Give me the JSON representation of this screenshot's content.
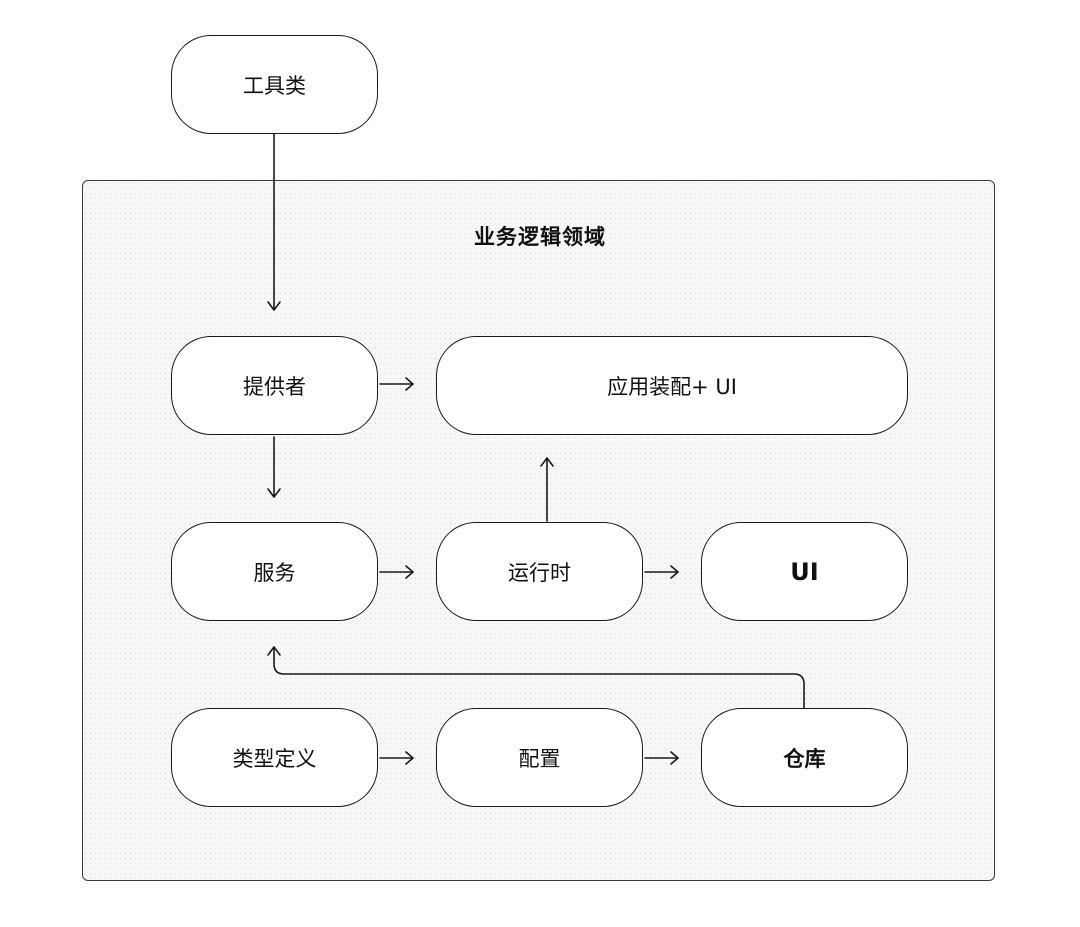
{
  "diagram": {
    "domain_title": "业务逻辑领域",
    "nodes": {
      "tools": "工具类",
      "provider": "提供者",
      "app_assembly": "应用装配+ UI",
      "service": "服务",
      "runtime": "运行时",
      "ui": "UI",
      "type_definition": "类型定义",
      "config": "配置",
      "repository": "仓库"
    },
    "edges": [
      {
        "from": "工具类",
        "to": "提供者"
      },
      {
        "from": "提供者",
        "to": "应用装配+ UI"
      },
      {
        "from": "提供者",
        "to": "服务"
      },
      {
        "from": "服务",
        "to": "运行时"
      },
      {
        "from": "运行时",
        "to": "应用装配+ UI"
      },
      {
        "from": "运行时",
        "to": "UI"
      },
      {
        "from": "类型定义",
        "to": "配置"
      },
      {
        "from": "配置",
        "to": "仓库"
      },
      {
        "from": "仓库",
        "to": "服务"
      }
    ]
  }
}
